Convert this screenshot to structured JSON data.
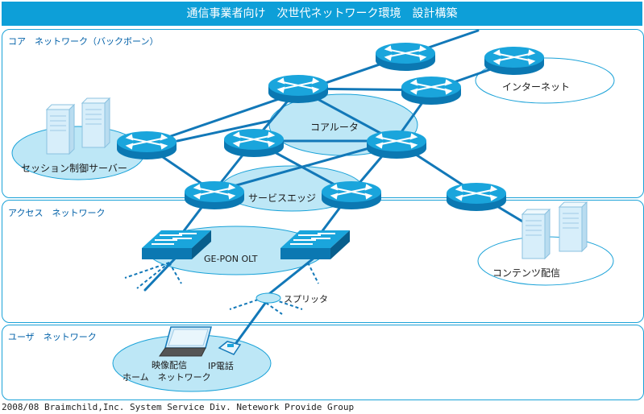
{
  "title": "通信事業者向け　次世代ネットワーク環境　設計構築",
  "zones": {
    "core": "コア　ネットワーク（バックボーン）",
    "access": "アクセス　ネットワーク",
    "user": "ユーザ　ネットワーク"
  },
  "labels": {
    "session_server": "セッション制御サーバー",
    "core_router": "コアルータ",
    "service_edge": "サービスエッジ",
    "internet": "インターネット",
    "gepon_olt": "GE-PON OLT",
    "splitter": "スプリッタ",
    "content_delivery": "コンテンツ配信",
    "video_delivery": "映像配信",
    "ip_phone": "IP電話",
    "home_network": "ホーム　ネットワーク"
  },
  "colors": {
    "accent": "#0d9fd8",
    "link": "#1278b8",
    "cloud_fill": "#bde7f6",
    "device": "#1596d0"
  },
  "footer": "2008/08  Braimchild,Inc.  System Service Div.  Netework Provide Group"
}
